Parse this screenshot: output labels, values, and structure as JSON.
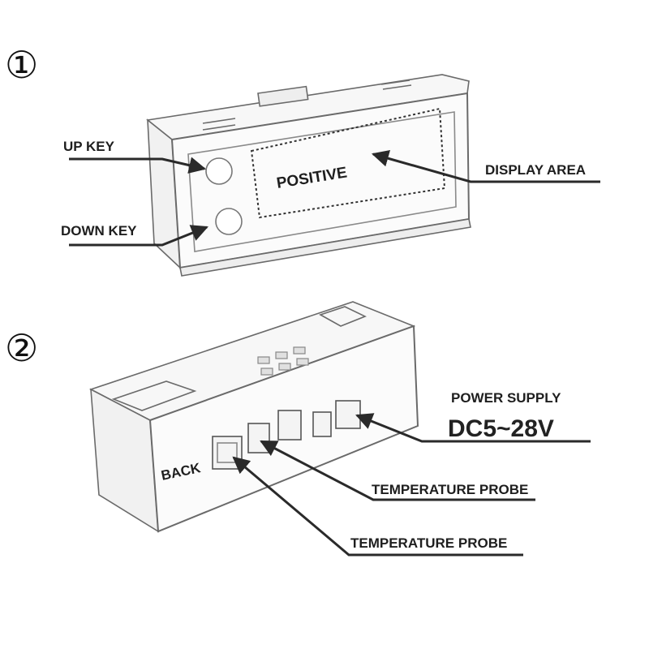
{
  "step_markers": [
    "①",
    "②"
  ],
  "front_view": {
    "up_key": "UP KEY",
    "down_key": "DOWN KEY",
    "display_area": "DISPLAY AREA",
    "positive": "POSITIVE"
  },
  "back_view": {
    "back": "BACK",
    "power_supply": "POWER SUPPLY",
    "voltage": "DC5~28V",
    "temperature_probe_1": "TEMPERATURE PROBE",
    "temperature_probe_2": "TEMPERATURE PROBE"
  }
}
